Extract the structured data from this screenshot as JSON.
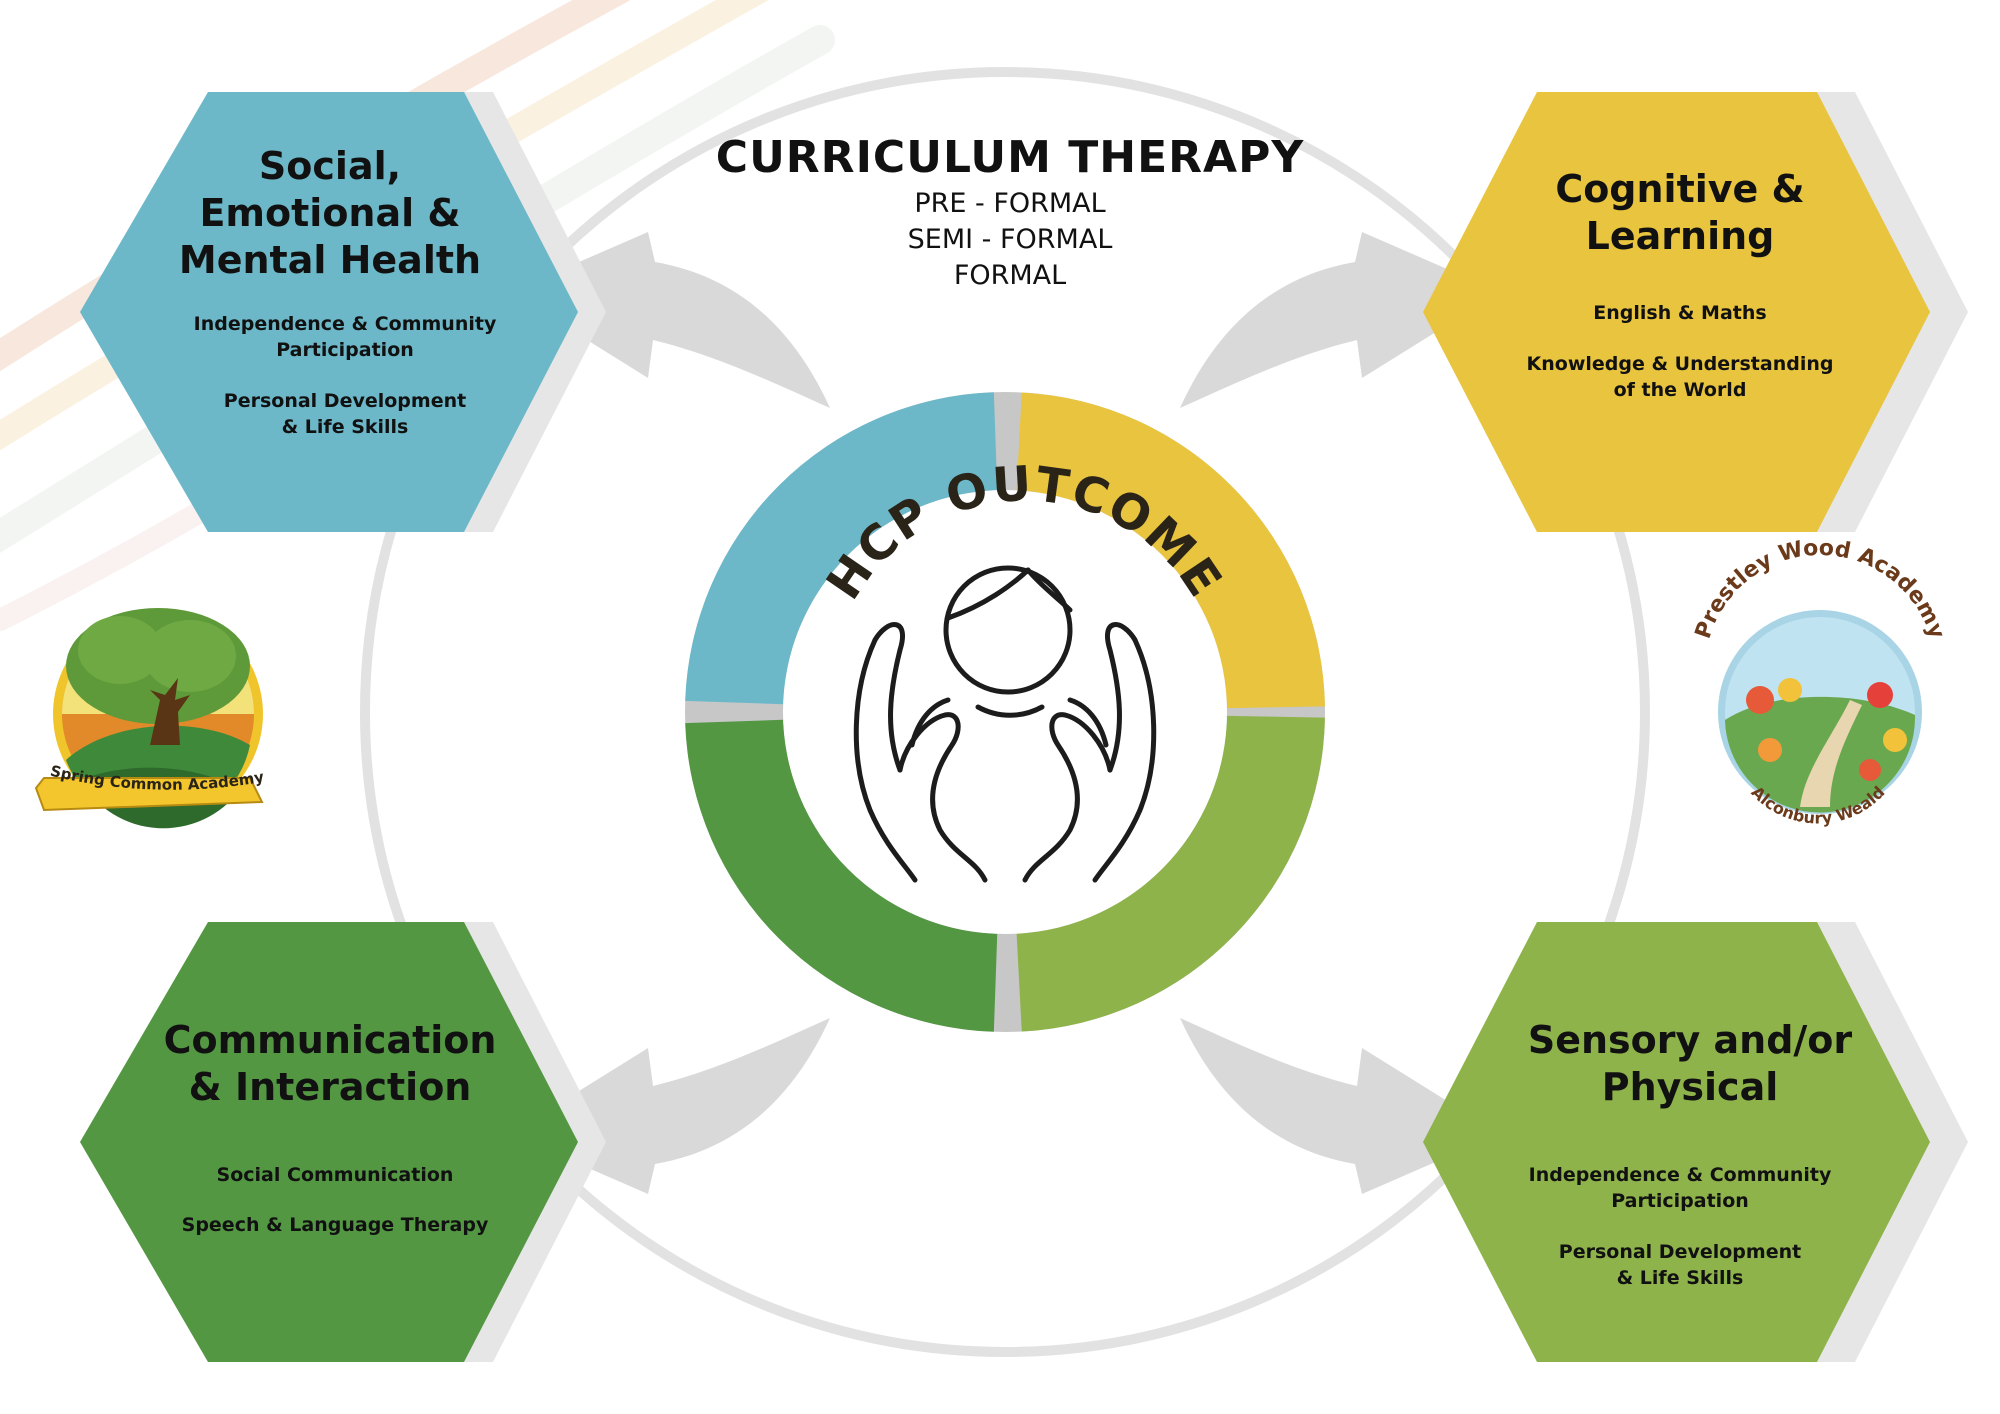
{
  "center": {
    "title": "CURRICULUM THERAPY",
    "levels": [
      "PRE - FORMAL",
      "SEMI - FORMAL",
      "FORMAL"
    ],
    "ring_label": "EHCP OUTCOMES"
  },
  "areas": {
    "social": {
      "title_lines": [
        "Social,",
        "Emotional &",
        "Mental Health"
      ],
      "items": [
        [
          "Independence & Community",
          "Participation"
        ],
        [
          "Personal Development",
          "& Life Skills"
        ]
      ],
      "color": "#6cb8c9"
    },
    "cognitive": {
      "title_lines": [
        "Cognitive &",
        "Learning"
      ],
      "items": [
        [
          "English & Maths"
        ],
        [
          "Knowledge & Understanding",
          "of the World"
        ]
      ],
      "color": "#e8c43f"
    },
    "communication": {
      "title_lines": [
        "Communication",
        "& Interaction"
      ],
      "items": [
        [
          "Social Communication"
        ],
        [
          "Speech & Language Therapy"
        ]
      ],
      "color": "#539743"
    },
    "sensory": {
      "title_lines": [
        "Sensory and/or",
        "Physical"
      ],
      "items": [
        [
          "Independence & Community",
          "Participation"
        ],
        [
          "Personal Development",
          "& Life Skills"
        ]
      ],
      "color": "#8fb34b"
    }
  },
  "logos": {
    "left": {
      "name": "Spring Common Academy"
    },
    "right": {
      "name": "Prestley Wood Academy",
      "sub": "Alconbury Weald"
    }
  },
  "colors": {
    "outer_ring": "#e2e2e2",
    "arrow": "#d9d9d9",
    "gap": "#bdbdbd"
  },
  "icons": [
    "caring-hands-icon"
  ]
}
